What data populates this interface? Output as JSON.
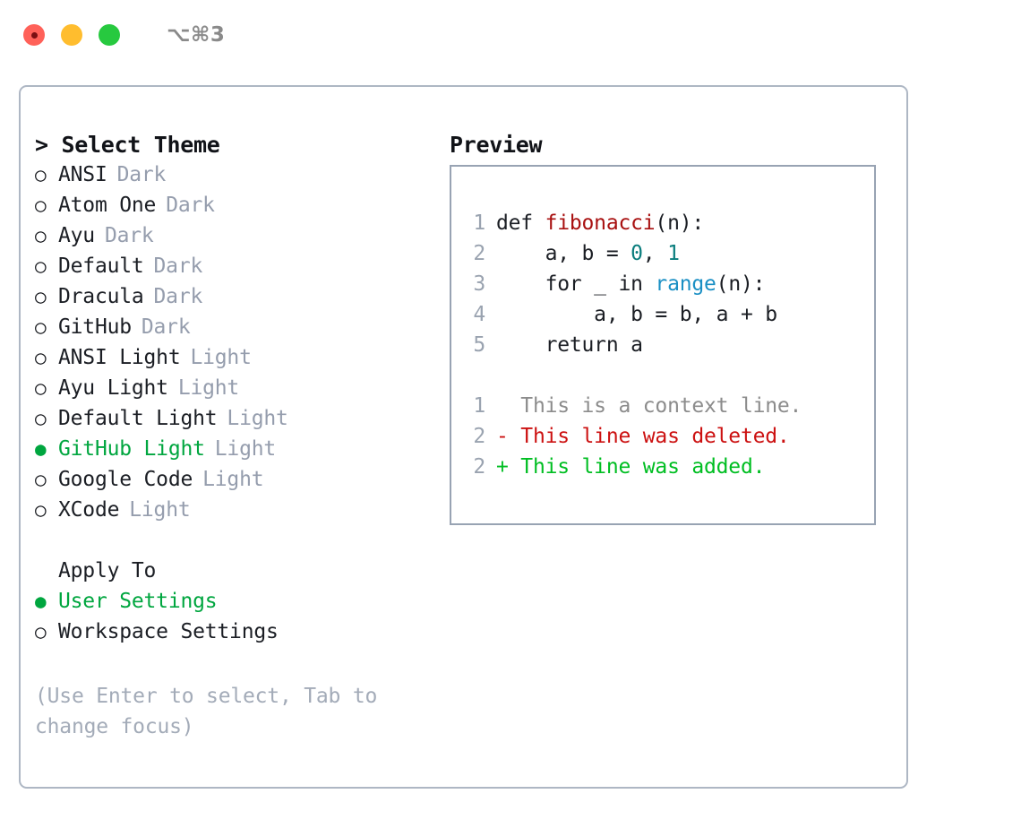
{
  "titlebar": {
    "shortcut": "⌥⌘3",
    "buttons": [
      "close",
      "minimize",
      "maximize"
    ]
  },
  "left": {
    "header": "> Select Theme",
    "themes": [
      {
        "bullet": "○",
        "name": "ANSI",
        "variant": "Dark",
        "selected": false
      },
      {
        "bullet": "○",
        "name": "Atom One",
        "variant": "Dark",
        "selected": false
      },
      {
        "bullet": "○",
        "name": "Ayu",
        "variant": "Dark",
        "selected": false
      },
      {
        "bullet": "○",
        "name": "Default",
        "variant": "Dark",
        "selected": false
      },
      {
        "bullet": "○",
        "name": "Dracula",
        "variant": "Dark",
        "selected": false
      },
      {
        "bullet": "○",
        "name": "GitHub",
        "variant": "Dark",
        "selected": false
      },
      {
        "bullet": "○",
        "name": "ANSI Light",
        "variant": "Light",
        "selected": false
      },
      {
        "bullet": "○",
        "name": "Ayu Light",
        "variant": "Light",
        "selected": false
      },
      {
        "bullet": "○",
        "name": "Default Light",
        "variant": "Light",
        "selected": false
      },
      {
        "bullet": "●",
        "name": "GitHub Light",
        "variant": "Light",
        "selected": true
      },
      {
        "bullet": "○",
        "name": "Google Code",
        "variant": "Light",
        "selected": false
      },
      {
        "bullet": "○",
        "name": "XCode",
        "variant": "Light",
        "selected": false
      }
    ],
    "apply_to": {
      "header": "Apply To",
      "options": [
        {
          "bullet": "●",
          "name": "User Settings",
          "selected": true
        },
        {
          "bullet": "○",
          "name": "Workspace Settings",
          "selected": false
        }
      ]
    },
    "hint": "(Use Enter to select, Tab to change focus)"
  },
  "right": {
    "header": "Preview",
    "code_lines": [
      {
        "no": "1",
        "parts": [
          {
            "t": "def ",
            "c": "plain"
          },
          {
            "t": "fibonacci",
            "c": "fn"
          },
          {
            "t": "(n):",
            "c": "plain"
          }
        ]
      },
      {
        "no": "2",
        "parts": [
          {
            "t": "    a, b = ",
            "c": "plain"
          },
          {
            "t": "0",
            "c": "num"
          },
          {
            "t": ", ",
            "c": "plain"
          },
          {
            "t": "1",
            "c": "num"
          }
        ]
      },
      {
        "no": "3",
        "parts": [
          {
            "t": "    for _ in ",
            "c": "plain"
          },
          {
            "t": "range",
            "c": "call"
          },
          {
            "t": "(n):",
            "c": "plain"
          }
        ]
      },
      {
        "no": "4",
        "parts": [
          {
            "t": "        a, b = b, a + b",
            "c": "plain"
          }
        ]
      },
      {
        "no": "5",
        "parts": [
          {
            "t": "    return a",
            "c": "plain"
          }
        ]
      }
    ],
    "diff_lines": [
      {
        "no": "1",
        "marker": " ",
        "text": " This is a context line.",
        "kind": "ctx"
      },
      {
        "no": "2",
        "marker": "-",
        "text": " This line was deleted.",
        "kind": "del"
      },
      {
        "no": "2",
        "marker": "+",
        "text": " This line was added.",
        "kind": "add"
      }
    ]
  },
  "colors": {
    "selected_green": "#00a63f",
    "variant_grey": "#959dad",
    "diff_add": "#00be22",
    "diff_del": "#cc1111",
    "token_fn": "#a81010",
    "token_num": "#0a7d7d",
    "token_call": "#1a8fc4"
  }
}
